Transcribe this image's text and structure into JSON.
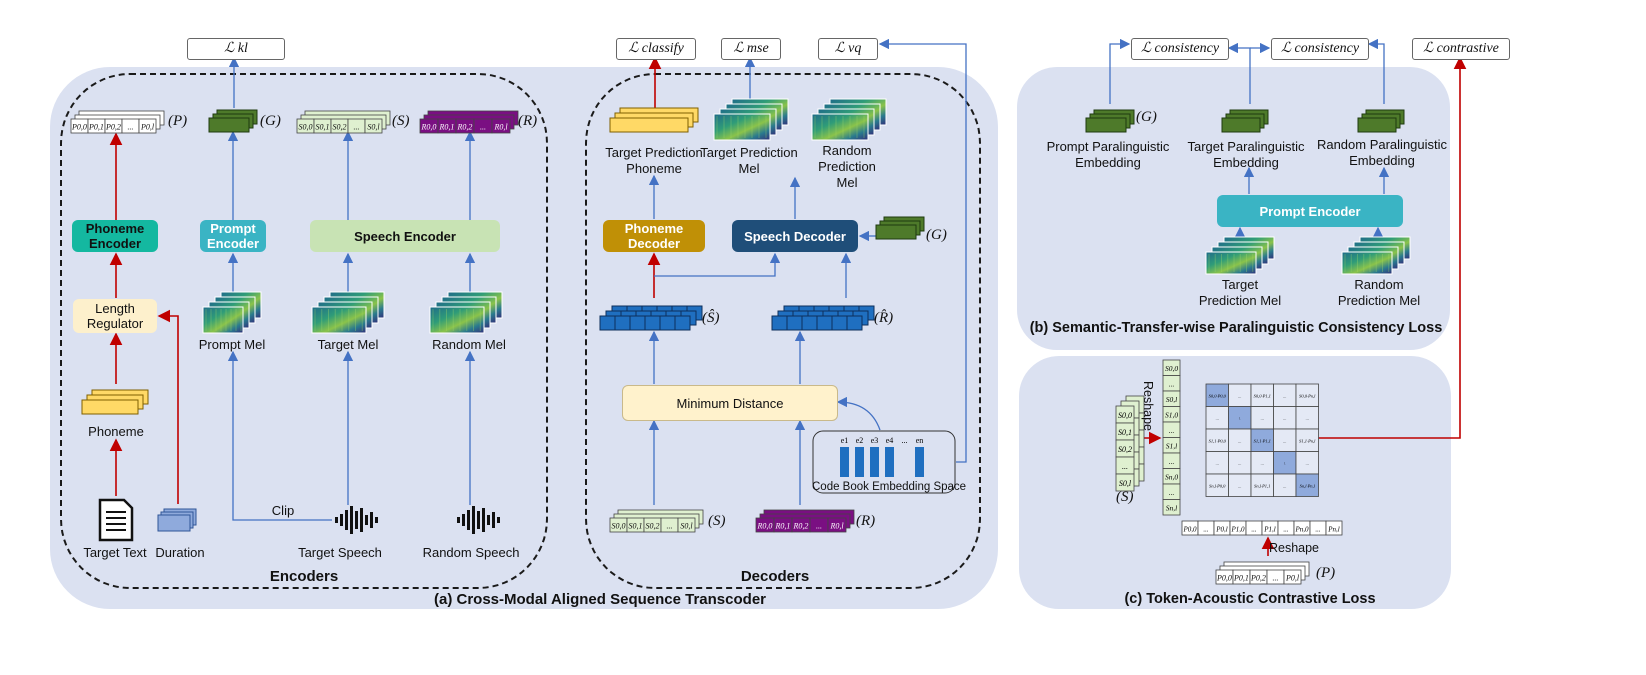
{
  "encoders": {
    "loss_kl": "ℒ kl",
    "sym_P": "(P)",
    "sym_G": "(G)",
    "sym_S": "(S)",
    "sym_R": "(R)",
    "phoneme_encoder": "Phoneme Encoder",
    "prompt_encoder": "Prompt Encoder",
    "speech_encoder": "Speech  Encoder",
    "length_regulator": "Length Regulator",
    "phoneme": "Phoneme",
    "prompt_mel": "Prompt Mel",
    "target_mel": "Target Mel",
    "random_mel": "Random Mel",
    "clip": "Clip",
    "target_text": "Target Text",
    "duration": "Duration",
    "target_speech": "Target Speech",
    "random_speech": "Random Speech",
    "title": "Encoders",
    "p_cells": [
      "P0,0",
      "P0,1",
      "P0,2",
      "...",
      "P0,l"
    ],
    "s_cells": [
      "S0,0",
      "S0,1",
      "S0,2",
      "...",
      "S0,l"
    ],
    "r_cells": [
      "R0,0",
      "R0,1",
      "R0,2",
      "...",
      "R0,l"
    ]
  },
  "decoders": {
    "loss_classify": "ℒ classify",
    "loss_mse": "ℒ mse",
    "loss_vq": "ℒ vq",
    "target_prediction_phoneme": "Target Prediction Phoneme",
    "target_prediction_mel": "Target Prediction Mel",
    "random_prediction_mel": "Random Prediction Mel",
    "phoneme_decoder": "Phoneme Decoder",
    "speech_decoder": "Speech Decoder",
    "sym_G": "(G)",
    "sym_S_hat": "(Ŝ)",
    "sym_R_hat": "(R̂)",
    "minimum_distance": "Minimum Distance",
    "codebook_label": "Code Book Embedding Space",
    "codebook_cells": [
      "e1",
      "e2",
      "e3",
      "e4",
      "...",
      "en"
    ],
    "sym_S": "(S)",
    "sym_R": "(R)",
    "title": "Decoders",
    "s_cells": [
      "S0,0",
      "S0,1",
      "S0,2",
      "...",
      "S0,l"
    ],
    "r_cells": [
      "R0,0",
      "R0,1",
      "R0,2",
      "...",
      "R0,l"
    ]
  },
  "panel_a_title": "(a) Cross-Modal Aligned Sequence Transcoder",
  "panel_b": {
    "loss_consistency_1": "ℒ consistency",
    "loss_consistency_2": "ℒ consistency",
    "loss_contrastive": "ℒ contrastive",
    "sym_G": "(G)",
    "prompt_emb": "Prompt Paralinguistic Embedding",
    "target_emb": "Target Paralinguistic Embedding",
    "random_emb": "Random Paralinguistic Embedding",
    "prompt_encoder": "Prompt Encoder",
    "target_pred_mel": "Target Prediction Mel",
    "random_pred_mel": "Random Prediction Mel",
    "title": "(b) Semantic-Transfer-wise Paralinguistic Consistency Loss"
  },
  "panel_c": {
    "sym_S": "(S)",
    "sym_P": "(P)",
    "reshape_v": "Reshape",
    "reshape_h": "Reshape",
    "title": "(c) Token-Acoustic Contrastive Loss",
    "s_stack": [
      "S0,0",
      "S0,1",
      "S0,2",
      "...",
      "S0,l"
    ],
    "s_column": [
      "S0,0",
      "...",
      "S0,l",
      "S1,0",
      "...",
      "S1,l",
      "...",
      "Sn,0",
      "...",
      "Sn,l"
    ],
    "p_row": [
      "P0,0",
      "...",
      "P0,l",
      "P1,0",
      "...",
      "P1,l",
      "...",
      "Pn,0",
      "...",
      "Pn,l"
    ],
    "p_stack": [
      "P0,0",
      "P0,1",
      "P0,2",
      "...",
      "P0,l"
    ],
    "matrix": [
      [
        "S0,0·P0,0",
        "...",
        "S0,0·P1,1",
        "...",
        "S0,0·Pn,l"
      ],
      [
        "...",
        "\\",
        "...",
        "...",
        "..."
      ],
      [
        "S1,1·P0,0",
        "...",
        "S1,1·P1,1",
        "...",
        "S1,1·Pn,l"
      ],
      [
        "...",
        "...",
        "...",
        "\\",
        "..."
      ],
      [
        "Sn,l·P0,0",
        "...",
        "Sn,l·P1,1",
        "...",
        "Sn,l·Pn,l"
      ]
    ]
  },
  "colors": {
    "panel_bg": "#dbe1f1",
    "phoneme_encoder": "#14b8a0",
    "prompt_encoder": "#3ab4c4",
    "speech_encoder": "#c8e3b4",
    "length_regulator": "#fdf0cc",
    "phoneme_decoder": "#c09006",
    "speech_decoder": "#1f4e79",
    "minimum_distance": "#fff2cc",
    "red_arrow": "#c00000",
    "blue_arrow": "#4472c4",
    "purple": "#7a0f82",
    "green_embed": "#4e7a2a",
    "token_blue": "#1f6fc0"
  }
}
